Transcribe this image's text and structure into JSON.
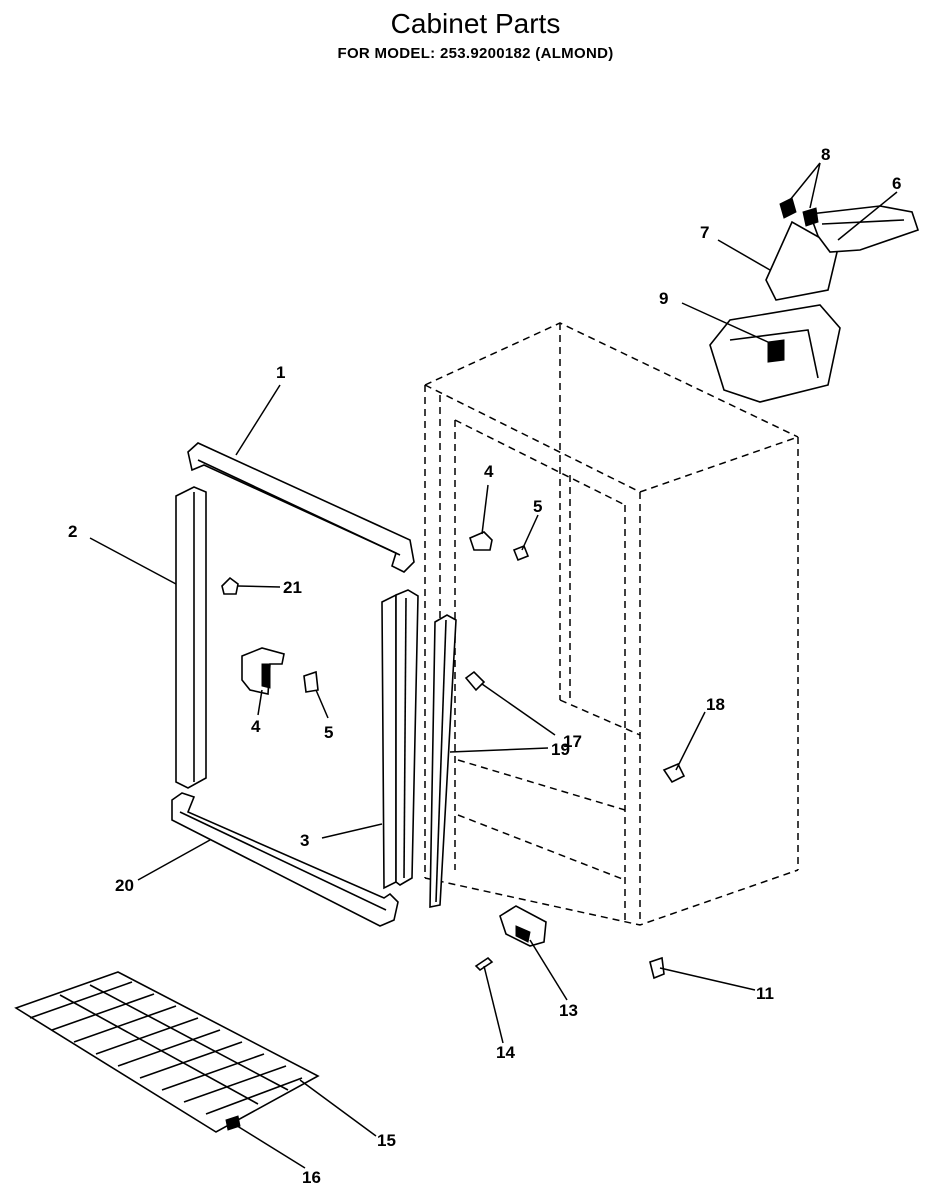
{
  "header": {
    "title": "Cabinet Parts",
    "subtitle": "FOR MODEL: 253.9200182 (ALMOND)"
  },
  "callouts": {
    "c1": "1",
    "c2": "2",
    "c3": "3",
    "c4a": "4",
    "c4b": "4",
    "c5a": "5",
    "c5b": "5",
    "c6": "6",
    "c7": "7",
    "c8": "8",
    "c9": "9",
    "c11": "11",
    "c13": "13",
    "c14": "14",
    "c15": "15",
    "c16": "16",
    "c17": "17",
    "c18": "18",
    "c19": "19",
    "c20": "20",
    "c21": "21"
  }
}
